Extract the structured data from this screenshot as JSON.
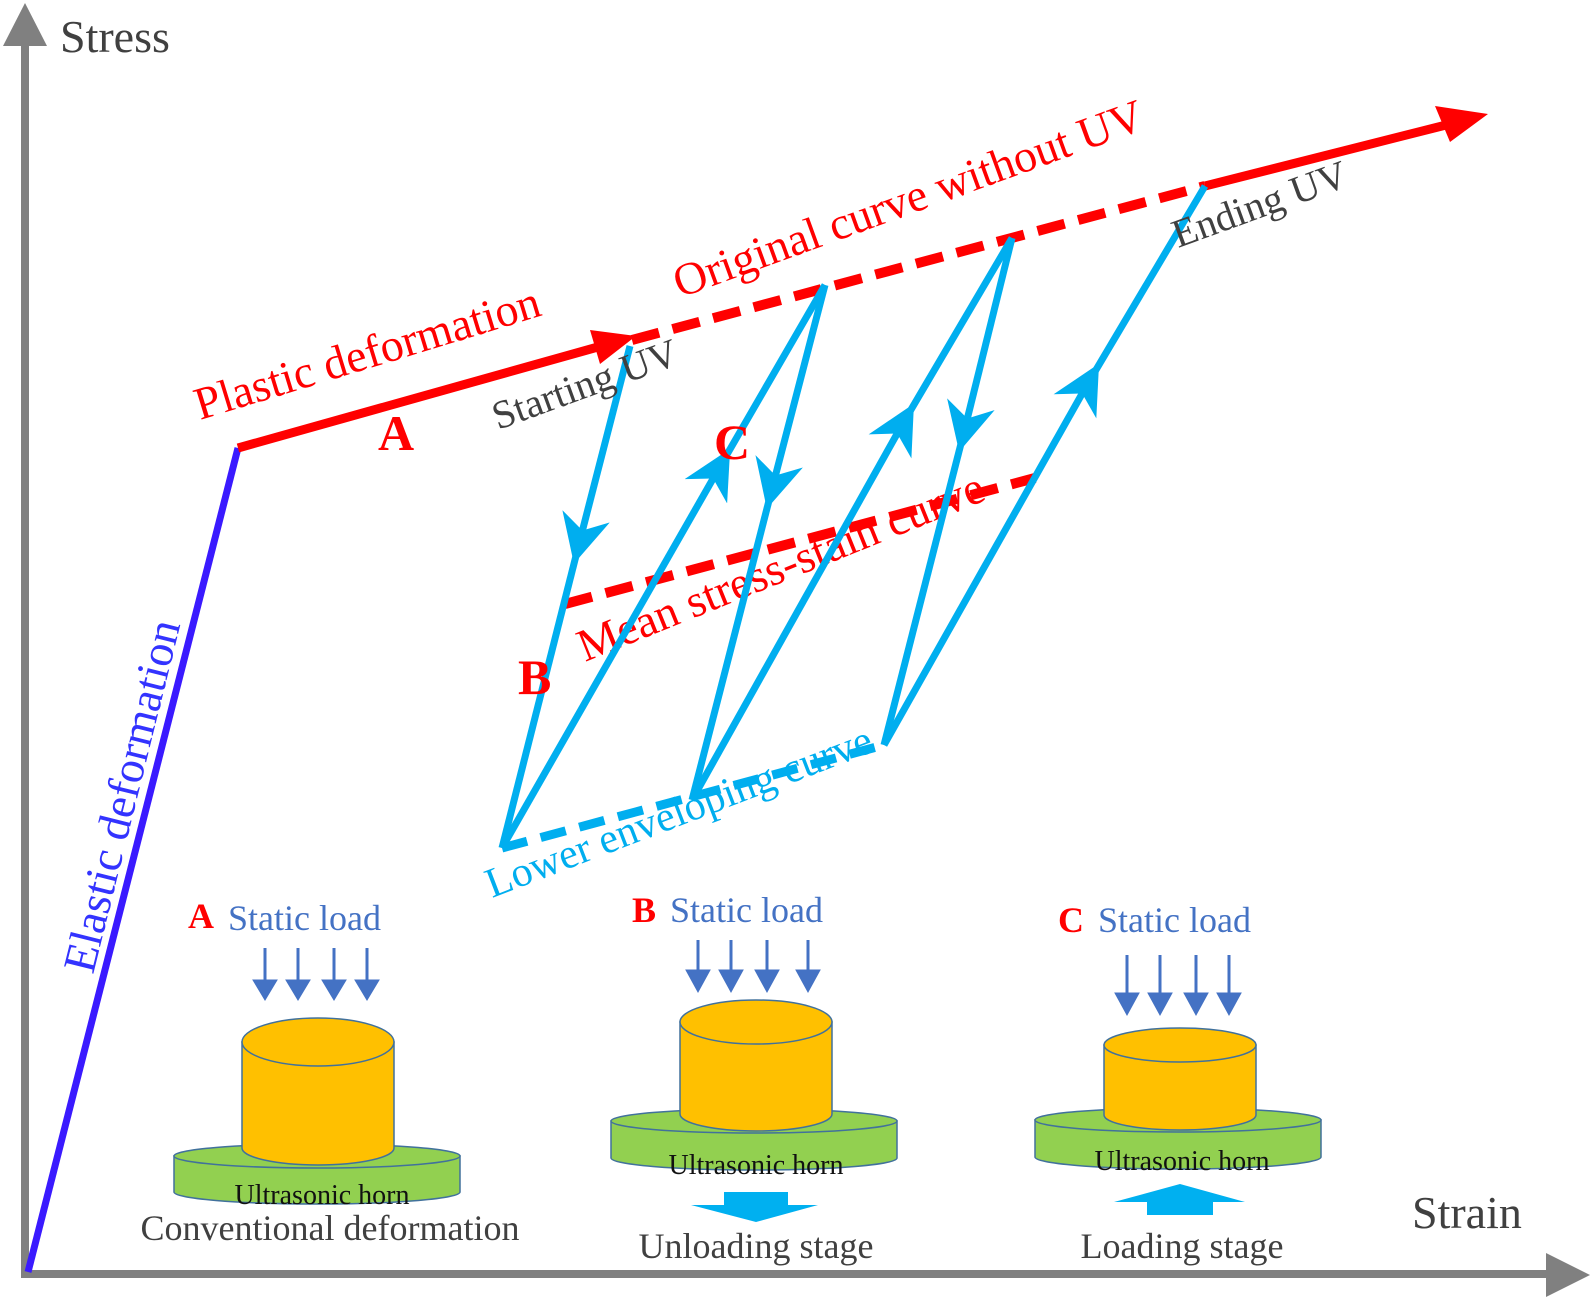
{
  "axes": {
    "y_label": "Stress",
    "x_label": "Strain",
    "color": "#808080"
  },
  "curves": {
    "elastic_label": "Elastic deformation",
    "plastic_label": "Plastic deformation",
    "original_label": "Original curve without UV",
    "mean_label": "Mean stress-stain curve",
    "lower_label": "Lower enveloping curve",
    "starting_label": "Starting UV",
    "ending_label": "Ending UV"
  },
  "points": {
    "A": "A",
    "B": "B",
    "C": "C"
  },
  "colors": {
    "elastic": "#3a1aff",
    "plastic": "#ff0000",
    "cyclic": "#00aeef",
    "cylinder": "#ffc000",
    "horn": "#92d050",
    "load_arrow": "#4472c4",
    "ultrasonic_arrow": "#00b0f0"
  },
  "panels": [
    {
      "letter": "A",
      "load_label": "Static load",
      "horn_label": "Ultrasonic horn",
      "stage_label": "Conventional deformation",
      "ultrasonic_direction": "none"
    },
    {
      "letter": "B",
      "load_label": "Static load",
      "horn_label": "Ultrasonic horn",
      "stage_label": "Unloading stage",
      "ultrasonic_direction": "down"
    },
    {
      "letter": "C",
      "load_label": "Static load",
      "horn_label": "Ultrasonic horn",
      "stage_label": "Loading stage",
      "ultrasonic_direction": "up"
    }
  ]
}
